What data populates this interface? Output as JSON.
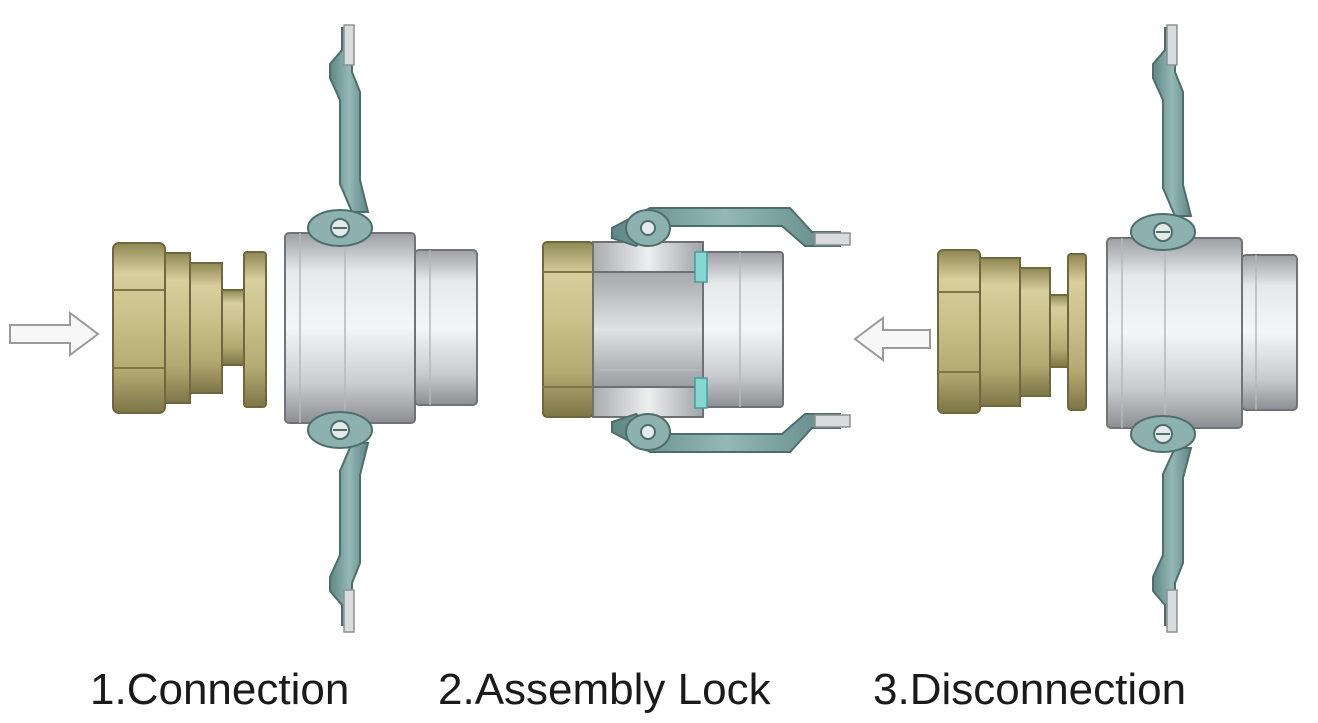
{
  "steps": [
    {
      "label": "1.Connection"
    },
    {
      "label": "2.Assembly Lock"
    },
    {
      "label": "3.Disconnection"
    }
  ],
  "colors": {
    "brass": "#c2b983",
    "steel": "#d8dadc",
    "lever": "#7fa6a4",
    "seal": "#86d7d2",
    "arrow": "#f7f7f7"
  },
  "icons": [
    "arrow-right-icon",
    "arrow-left-icon"
  ]
}
